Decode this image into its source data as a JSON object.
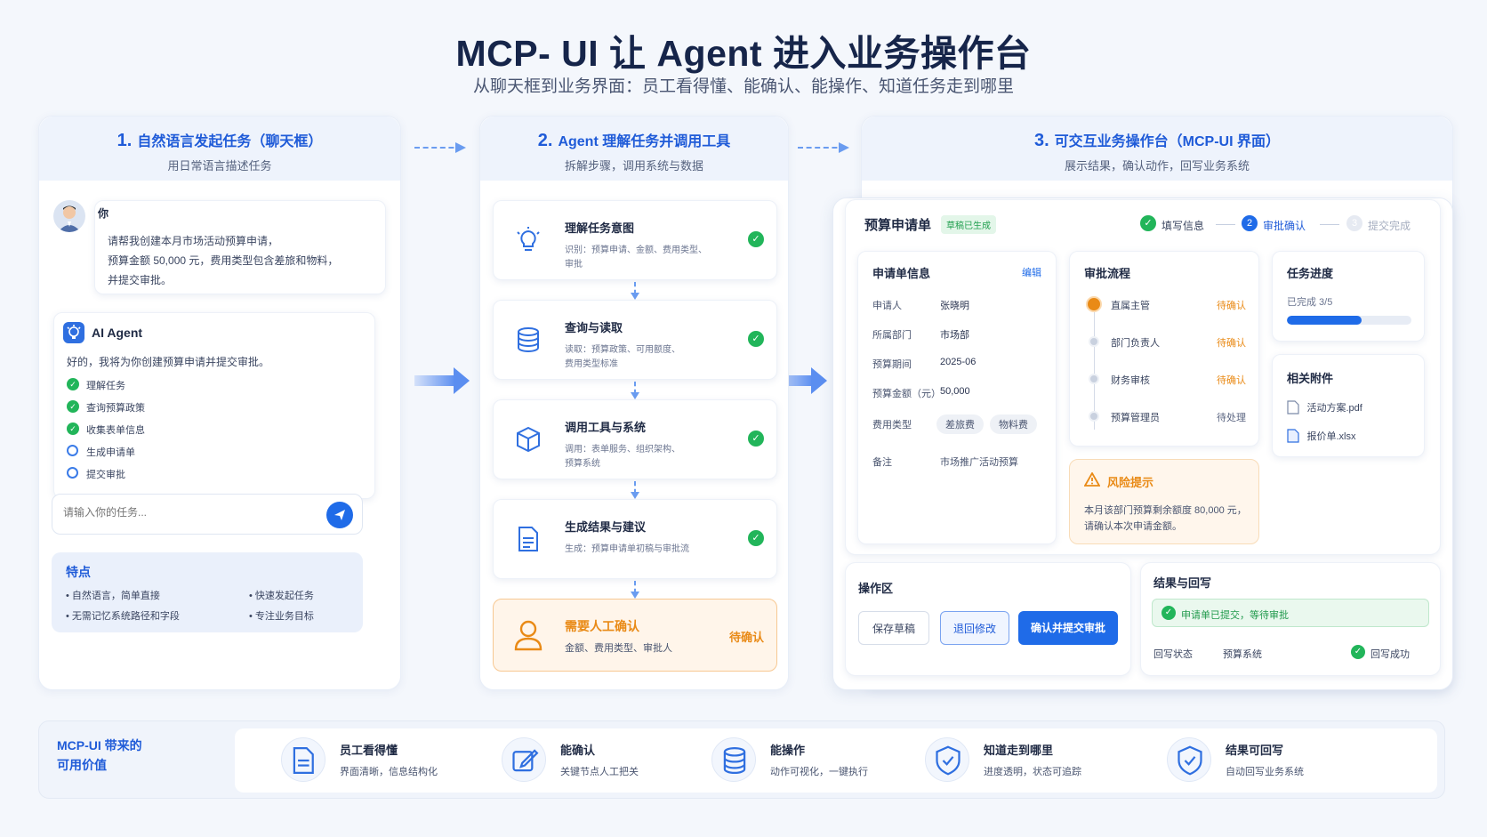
{
  "title": "MCP- UI 让 Agent 进入业务操作台",
  "subtitle": "从聊天框到业务界面：员工看得懂、能确认、能操作、知道任务走到哪里",
  "col1": {
    "num": "1.",
    "title": "自然语言发起任务（聊天框）",
    "sub": "用日常语言描述任务",
    "user_label": "你",
    "user_msg": [
      "请帮我创建本月市场活动预算申请，",
      "预算金额 50,000 元，费用类型包含差旅和物料，",
      "并提交审批。"
    ],
    "agent_name": "AI Agent",
    "agent_msg": "好的，我将为你创建预算申请并提交审批。",
    "tasks": [
      {
        "label": "理解任务",
        "done": true
      },
      {
        "label": "查询预算政策",
        "done": true
      },
      {
        "label": "收集表单信息",
        "done": true
      },
      {
        "label": "生成申请单",
        "done": false
      },
      {
        "label": "提交审批",
        "done": false
      }
    ],
    "input_placeholder": "请输入你的任务...",
    "features_title": "特点",
    "features": [
      "自然语言，简单直接",
      "快速发起任务",
      "无需记忆系统路径和字段",
      "专注业务目标"
    ]
  },
  "col2": {
    "num": "2.",
    "title": "Agent 理解任务并调用工具",
    "sub": "拆解步骤，调用系统与数据",
    "steps": [
      {
        "title": "理解任务意图",
        "desc": [
          "识别：预算申请、金额、费用类型、",
          "审批"
        ],
        "icon": "lightbulb-icon"
      },
      {
        "title": "查询与读取",
        "desc": [
          "读取：预算政策、可用额度、",
          "费用类型标准"
        ],
        "icon": "database-icon"
      },
      {
        "title": "调用工具与系统",
        "desc": [
          "调用：表单服务、组织架构、",
          "预算系统"
        ],
        "icon": "cube-icon"
      },
      {
        "title": "生成结果与建议",
        "desc": [
          "生成：预算申请单初稿与审批流"
        ],
        "icon": "document-icon"
      }
    ],
    "human": {
      "title": "需要人工确认",
      "desc": "金额、费用类型、审批人",
      "status": "待确认"
    }
  },
  "col3": {
    "num": "3.",
    "title": "可交互业务操作台（MCP-UI 界面）",
    "sub": "展示结果，确认动作，回写业务系统",
    "form_title": "预算申请单",
    "draft_badge": "草稿已生成",
    "progress_steps": [
      "填写信息",
      "审批确认",
      "提交完成"
    ],
    "info_title": "申请单信息",
    "edit_label": "编辑",
    "fields": [
      {
        "k": "申请人",
        "v": "张晓明"
      },
      {
        "k": "所属部门",
        "v": "市场部"
      },
      {
        "k": "预算期间",
        "v": "2025-06"
      },
      {
        "k": "预算金额（元）",
        "v": "50,000"
      }
    ],
    "fee_label": "费用类型",
    "fee_tags": [
      "差旅费",
      "物料费"
    ],
    "remark_label": "备注",
    "remark": "市场推广活动预算",
    "flow_title": "审批流程",
    "flow": [
      {
        "name": "直属主管",
        "status": "待确认"
      },
      {
        "name": "部门负责人",
        "status": "待确认"
      },
      {
        "name": "财务审核",
        "status": "待确认"
      },
      {
        "name": "预算管理员",
        "status": "待处理"
      }
    ],
    "task_title": "任务进度",
    "task_done": "已完成 3/5",
    "task_ratio": 0.6,
    "attach_title": "相关附件",
    "attachments": [
      "活动方案.pdf",
      "报价单.xlsx"
    ],
    "risk_title": "风险提示",
    "risk_text": [
      "本月该部门预算剩余额度 80,000 元，",
      "请确认本次申请金额。"
    ],
    "ops_title": "操作区",
    "btn_save": "保存草稿",
    "btn_return": "退回修改",
    "btn_submit": "确认并提交审批",
    "result_title": "结果与回写",
    "result_msg": "申请单已提交，等待审批",
    "writeback_label": "回写状态",
    "writeback_sys": "预算系统",
    "writeback_status": "回写成功"
  },
  "value": {
    "title": [
      "MCP-UI 带来的",
      "可用价值"
    ],
    "items": [
      {
        "t": "员工看得懂",
        "d": "界面清晰，信息结构化",
        "icon": "document-icon"
      },
      {
        "t": "能确认",
        "d": "关键节点人工把关",
        "icon": "edit-icon"
      },
      {
        "t": "能操作",
        "d": "动作可视化，一键执行",
        "icon": "database-icon"
      },
      {
        "t": "知道走到哪里",
        "d": "进度透明，状态可追踪",
        "icon": "shield-icon"
      },
      {
        "t": "结果可回写",
        "d": "自动回写业务系统",
        "icon": "shield-check-icon"
      }
    ]
  },
  "colors": {
    "primary": "#1f5bd8",
    "success": "#22b55a",
    "warning": "#e98a16"
  }
}
